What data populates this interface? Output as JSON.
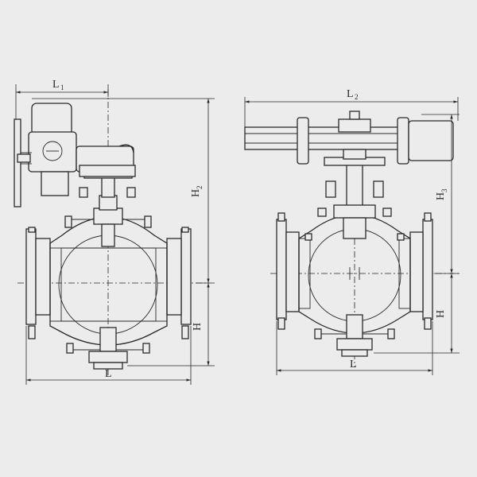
{
  "colors": {
    "background": "#ececec",
    "line": "#2a2a2a"
  },
  "left_view": {
    "dims": {
      "L1": {
        "main": "L",
        "sub": "1"
      },
      "H2": {
        "main": "H",
        "sub": "2"
      },
      "H": {
        "main": "H",
        "sub": ""
      },
      "L": {
        "main": "L",
        "sub": ""
      }
    }
  },
  "right_view": {
    "dims": {
      "L2": {
        "main": "L",
        "sub": "2"
      },
      "H3": {
        "main": "H",
        "sub": "3"
      },
      "H": {
        "main": "H",
        "sub": ""
      },
      "L": {
        "main": "L",
        "sub": ""
      }
    }
  }
}
